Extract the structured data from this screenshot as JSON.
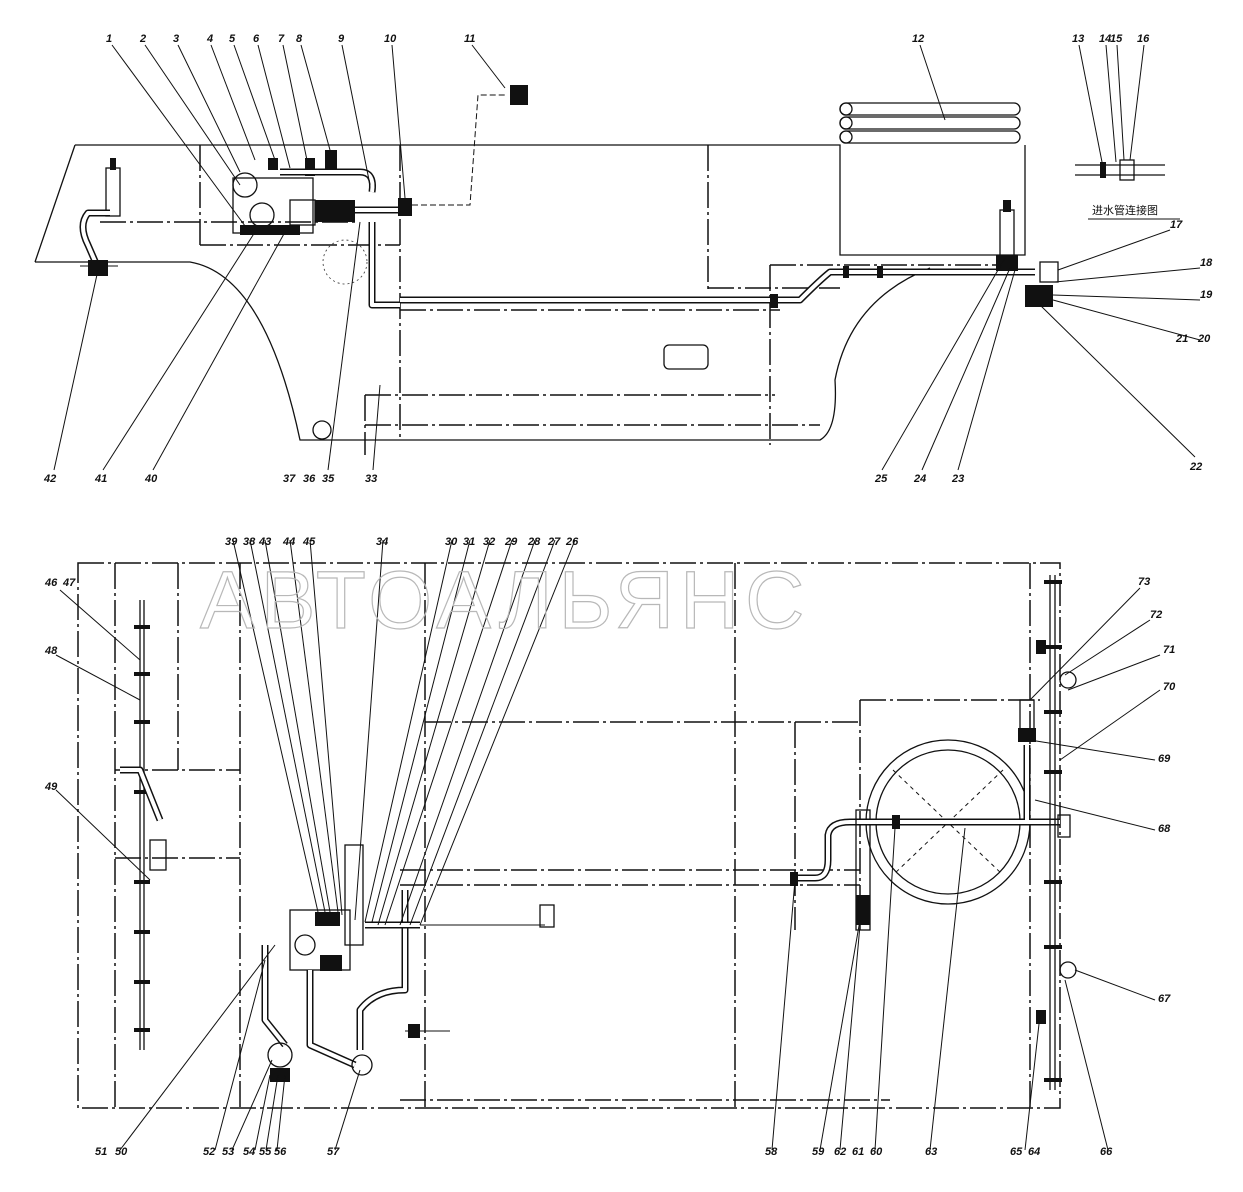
{
  "watermark": "АВТОАЛЬЯНС",
  "caption": "进水管连接图",
  "top_view": {
    "callouts_top": [
      "1",
      "2",
      "3",
      "4",
      "5",
      "6",
      "7",
      "8",
      "9",
      "10",
      "11",
      "12",
      "13",
      "14",
      "15",
      "16"
    ],
    "callouts_right": [
      "17",
      "18",
      "19",
      "21",
      "20"
    ],
    "callouts_bottom": [
      "42",
      "41",
      "40",
      "37",
      "36",
      "35",
      "33",
      "25",
      "24",
      "23",
      "22"
    ]
  },
  "bottom_view": {
    "callouts_top": [
      "39",
      "38",
      "43",
      "44",
      "45",
      "34",
      "30",
      "31",
      "32",
      "29",
      "28",
      "27",
      "26"
    ],
    "callouts_left": [
      "46",
      "47",
      "48",
      "49"
    ],
    "callouts_right": [
      "73",
      "72",
      "71",
      "70",
      "69",
      "68",
      "67"
    ],
    "callouts_bottom": [
      "51",
      "50",
      "52",
      "53",
      "54",
      "55",
      "56",
      "57",
      "58",
      "59",
      "62",
      "61",
      "60",
      "63",
      "65",
      "64",
      "66"
    ]
  }
}
